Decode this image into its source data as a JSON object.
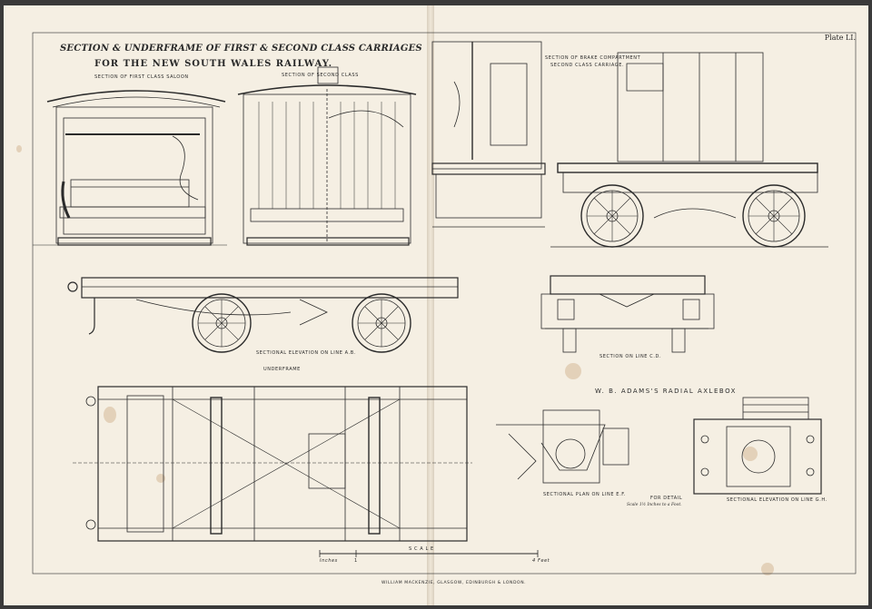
{
  "plate": {
    "number": "Plate LI.",
    "title_line1": "SECTION & UNDERFRAME OF FIRST & SECOND CLASS CARRIAGES",
    "title_line2": "FOR THE NEW SOUTH WALES RAILWAY."
  },
  "captions": {
    "first_class": "SECTION OF FIRST CLASS SALOON",
    "second_class": "SECTION OF SECOND CLASS",
    "brake_compartment_1": "SECTION OF BRAKE COMPARTMENT",
    "brake_compartment_2": "SECOND CLASS CARRIAGE.",
    "elevation_ab": "SECTIONAL ELEVATION ON LINE A.B.",
    "underframe": "UNDERFRAME",
    "section_cd": "SECTION ON LINE C.D.",
    "radial_axlebox": "W. B. ADAMS'S RADIAL AXLEBOX",
    "plan_ef": "SECTIONAL PLAN ON LINE E.F.",
    "for_detail": "FOR DETAIL",
    "elevation_gh": "SECTIONAL ELEVATION ON LINE G.H.",
    "scale_note": "Scale 1½ Inches to a Foot.",
    "scale_left": "Inches",
    "scale_mid": "1",
    "scale_word": "S C A L E",
    "scale_right": "4 Feet",
    "imprint": "WILLIAM MACKENZIE, GLASGOW, EDINBURGH & LONDON."
  },
  "colors": {
    "ink": "#2b2b2b",
    "paper": "#f5efe3",
    "stain": "#b0783c"
  }
}
